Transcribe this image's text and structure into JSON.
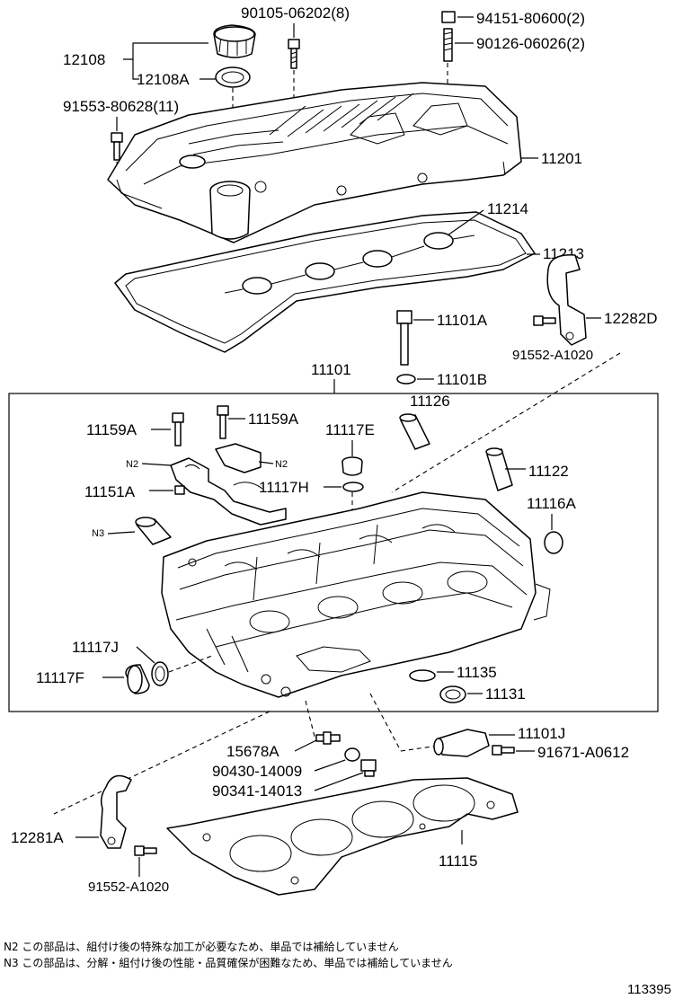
{
  "labels": {
    "p90105": "90105-06202(8)",
    "p94151": "94151-80600(2)",
    "p90126": "90126-06026(2)",
    "p12108": "12108",
    "p12108A": "12108A",
    "p91553": "91553-80628(11)",
    "p11201": "11201",
    "p11214": "11214",
    "p11213": "11213",
    "p12282D": "12282D",
    "p11101A": "11101A",
    "p91552a": "91552-A1020",
    "p11101B": "11101B",
    "p11101": "11101",
    "p11126": "11126",
    "p11159A_1": "11159A",
    "p11159A_2": "11159A",
    "p11117E": "11117E",
    "n2_left": "N2",
    "n2_right": "N2",
    "p11122": "11122",
    "p11151A": "11151A",
    "p11117H": "11117H",
    "p11116A": "11116A",
    "n3": "N3",
    "p11117J": "11117J",
    "p11117F": "11117F",
    "p11135": "11135",
    "p11131": "11131",
    "p11101J": "11101J",
    "p15678A": "15678A",
    "p91671": "91671-A0612",
    "p90430": "90430-14009",
    "p90341": "90341-14013",
    "p12281A": "12281A",
    "p11115": "11115",
    "p91552b": "91552-A1020"
  },
  "notes": {
    "n2": "N2  この部品は、組付け後の特殊な加工が必要なため、単品では補給していません",
    "n3": "N3  この部品は、分解・組付け後の性能・品質確保が困難なため、単品では補給していません"
  },
  "figure_number": "113395"
}
